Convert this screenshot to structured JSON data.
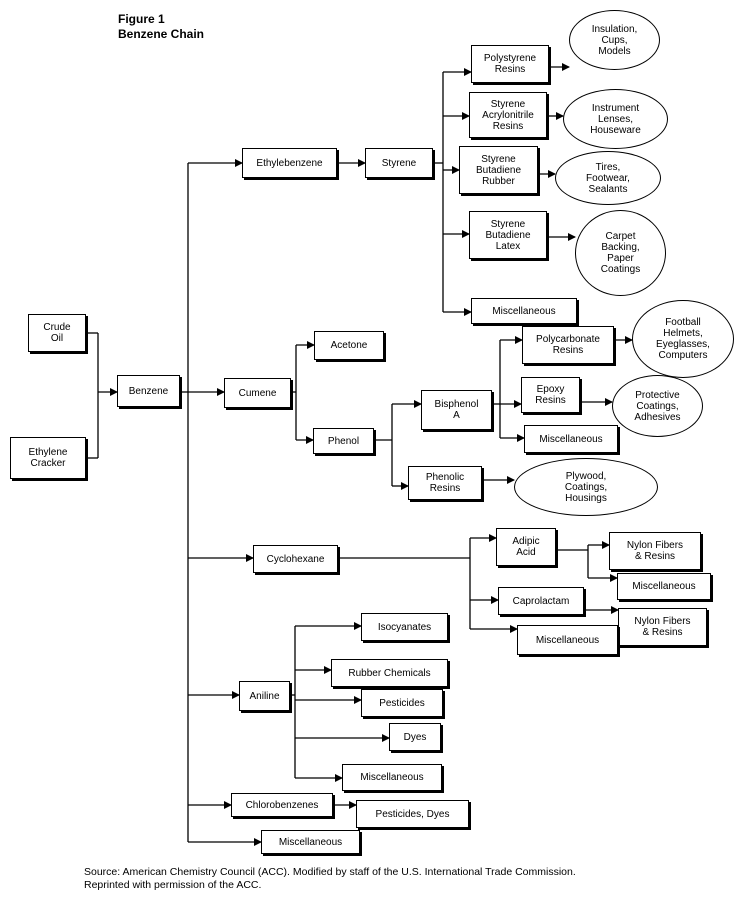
{
  "figure": {
    "title": "Figure 1\nBenzene Chain"
  },
  "nodes": {
    "crude_oil": "Crude\nOil",
    "ethylene_cracker": "Ethylene\nCracker",
    "benzene": "Benzene",
    "ethylbenzene": "Ethylebenzene",
    "styrene": "Styrene",
    "polystyrene_resins": "Polystyrene\nResins",
    "styrene_acrylonitrile_resins": "Styrene\nAcrylonitrile\nResins",
    "styrene_butadiene_rubber": "Styrene\nButadiene\nRubber",
    "styrene_butadiene_latex": "Styrene\nButadiene\nLatex",
    "styrene_misc": "Miscellaneous",
    "insulation": "Insulation,\nCups,\nModels",
    "instrument_lenses": "Instrument\nLenses,\nHouseware",
    "tires": "Tires,\nFootwear,\nSealants",
    "carpet_backing": "Carpet\nBacking,\nPaper\nCoatings",
    "cumene": "Cumene",
    "acetone": "Acetone",
    "phenol": "Phenol",
    "bisphenol_a": "Bisphenol\nA",
    "polycarbonate_resins": "Polycarbonate\nResins",
    "epoxy_resins": "Epoxy\nResins",
    "bisphenol_misc": "Miscellaneous",
    "football_helmets": "Football\nHelmets,\nEyeglasses,\nComputers",
    "protective_coatings": "Protective\nCoatings,\nAdhesives",
    "phenolic_resins": "Phenolic\nResins",
    "plywood": "Plywood,\nCoatings,\nHousings",
    "cyclohexane": "Cyclohexane",
    "adipic_acid": "Adipic\nAcid",
    "nylon_fibers_1": "Nylon Fibers\n& Resins",
    "adipic_misc": "Miscellaneous",
    "caprolactam": "Caprolactam",
    "nylon_fibers_2": "Nylon Fibers\n& Resins",
    "cyclohexane_misc": "Miscellaneous",
    "aniline": "Aniline",
    "isocyanates": "Isocyanates",
    "rubber_chemicals": "Rubber Chemicals",
    "pesticides": "Pesticides",
    "dyes": "Dyes",
    "aniline_misc": "Miscellaneous",
    "chlorobenzenes": "Chlorobenzenes",
    "pesticides_dyes": "Pesticides, Dyes",
    "benzene_misc": "Miscellaneous"
  },
  "source_note": "Source:  American Chemistry Council (ACC). Modified by staff of the U.S. International Trade Commission.\nReprinted with permission of the ACC."
}
